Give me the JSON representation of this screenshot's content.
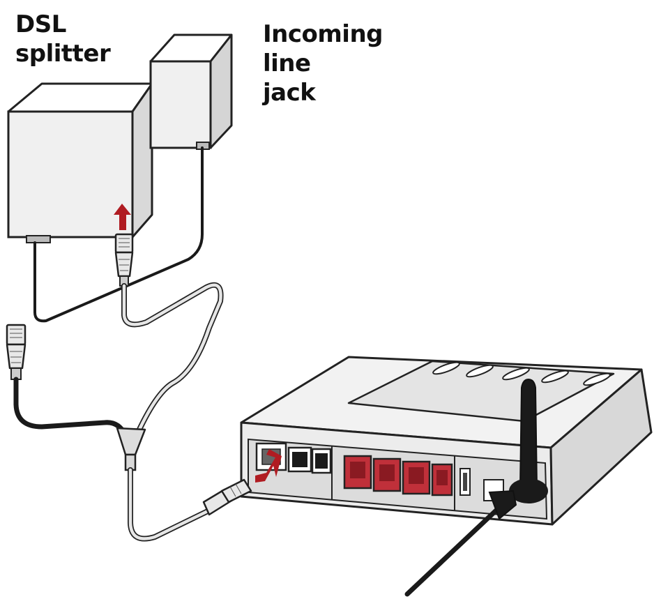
{
  "labels": {
    "splitter_line1": "DSL",
    "splitter_line2": "splitter",
    "jack_line1": "Incoming",
    "jack_line2": "line",
    "jack_line3": "jack"
  },
  "colors": {
    "arrow": "#b01c22",
    "lan_ports": "#c0303a",
    "device_body": "#f2f2f2",
    "device_shade": "#d9d9d9",
    "outline": "#222222",
    "cable_dark": "#1a1a1a",
    "cable_light": "#e6e6e6"
  },
  "icons": {
    "upload_arrow": "arrow-up-icon",
    "insert_arrow": "arrow-right-icon"
  }
}
